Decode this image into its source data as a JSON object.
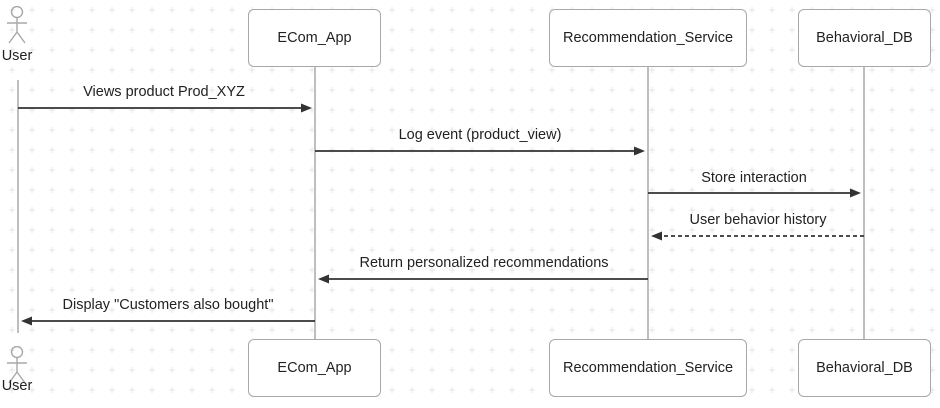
{
  "actor": {
    "name": "User",
    "icon": "stick-figure-icon"
  },
  "participants": [
    {
      "id": "ecom",
      "name": "ECom_App"
    },
    {
      "id": "rec",
      "name": "Recommendation_Service"
    },
    {
      "id": "db",
      "name": "Behavioral_DB"
    }
  ],
  "messages": [
    {
      "label": "Views product Prod_XYZ",
      "from": "user",
      "to": "ecom",
      "style": "solid"
    },
    {
      "label": "Log event (product_view)",
      "from": "ecom",
      "to": "rec",
      "style": "solid"
    },
    {
      "label": "Store interaction",
      "from": "rec",
      "to": "db",
      "style": "solid"
    },
    {
      "label": "User behavior history",
      "from": "db",
      "to": "rec",
      "style": "dashed"
    },
    {
      "label": "Return personalized recommendations",
      "from": "rec",
      "to": "ecom",
      "style": "solid"
    },
    {
      "label": "Display \"Customers also bought\"",
      "from": "ecom",
      "to": "user",
      "style": "solid"
    }
  ],
  "colors": {
    "line": "#a8a8a8",
    "arrow": "#333333",
    "grid_mark": "#dfe8e4"
  }
}
